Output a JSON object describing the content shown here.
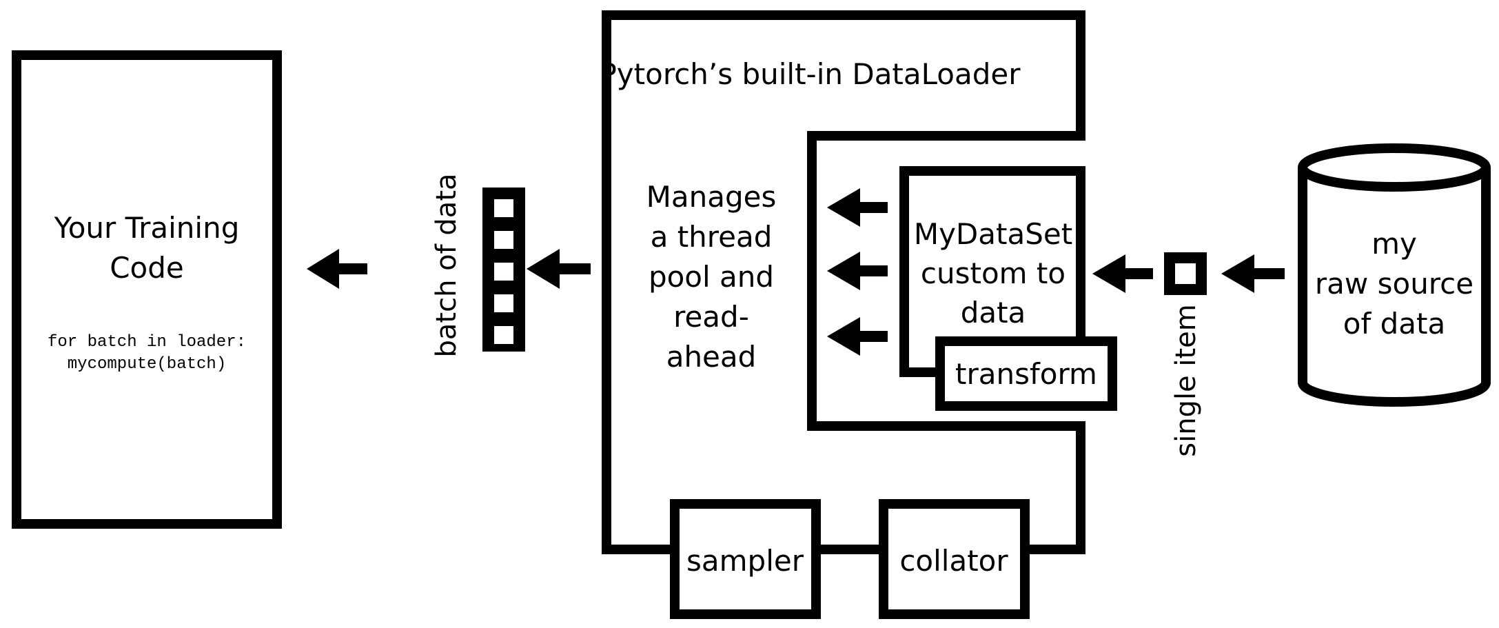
{
  "training_box": {
    "title_line1": "Your Training",
    "title_line2": "Code",
    "code_line1": "for batch in loader:",
    "code_line2": "mycompute(batch)"
  },
  "batch_label": "batch of data",
  "dataloader": {
    "title": "Pytorch’s built-in DataLoader",
    "desc_lines": [
      "Manages",
      "a thread",
      "pool and",
      "read-",
      "ahead"
    ],
    "sampler": "sampler",
    "collator": "collator"
  },
  "dataset": {
    "lines": [
      "MyDataSet",
      "custom to",
      "data"
    ],
    "transform": "transform"
  },
  "single_item_label": "single item",
  "source": {
    "lines": [
      "my",
      "raw source",
      "of data"
    ]
  },
  "icons": {
    "arrows": "left-arrow-icon",
    "batch": "batch-stack-icon",
    "item": "single-item-icon",
    "source": "database-cylinder-icon"
  },
  "colors": {
    "ink": "#000000",
    "background": "#ffffff"
  }
}
